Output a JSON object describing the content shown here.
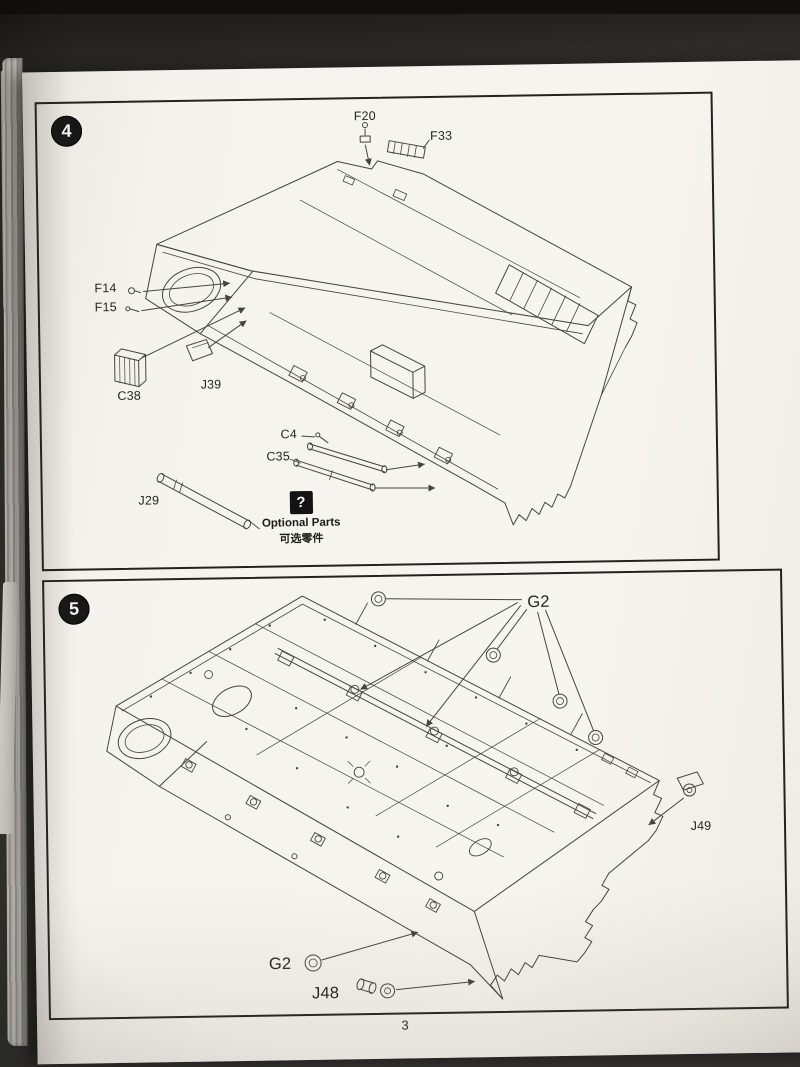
{
  "page": {
    "number": "3"
  },
  "colors": {
    "paper": "#f5f3ed",
    "ink": "#45443f",
    "border": "#232220"
  },
  "step4": {
    "number": "4",
    "labels": {
      "f20": "F20",
      "f33": "F33",
      "f14": "F14",
      "f15": "F15",
      "c38": "C38",
      "j39": "J39",
      "c4": "C4",
      "c35": "C35",
      "j29": "J29"
    },
    "optional_parts": {
      "icon": "?",
      "title": "Optional Parts",
      "title_cn": "可选零件"
    }
  },
  "step5": {
    "number": "5",
    "labels": {
      "g2_top": "G2",
      "j49": "J49",
      "g2_bottom": "G2",
      "j48": "J48"
    }
  }
}
